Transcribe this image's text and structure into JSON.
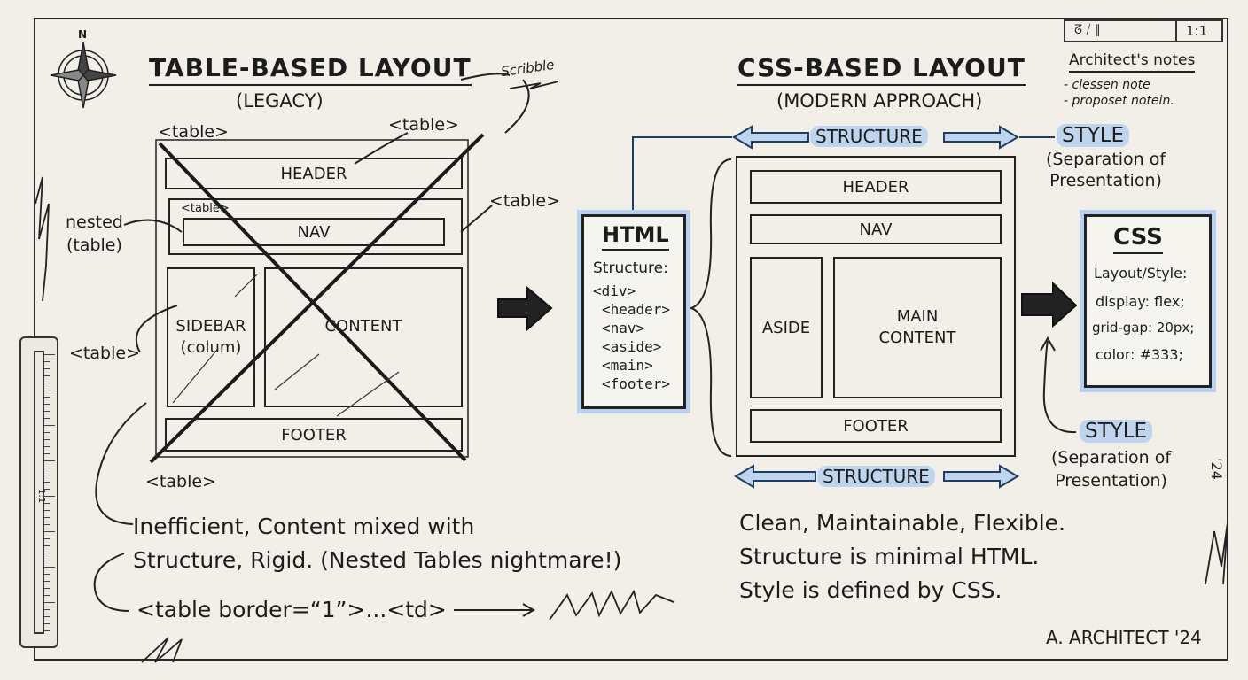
{
  "left": {
    "title": "TABLE-BASED LAYOUT",
    "subtitle": "(LEGACY)",
    "scribble": "Scribble",
    "tags": {
      "top_left": "<table>",
      "top_right": "<table>",
      "right": "<table>",
      "inner": "<table>",
      "left": "<table>",
      "bottom": "<table>"
    },
    "nested_label_line1": "nested",
    "nested_label_line2": "(table)",
    "boxes": {
      "header": "HEADER",
      "nav": "NAV",
      "sidebar_line1": "SIDEBAR",
      "sidebar_line2": "(colum)",
      "content": "CONTENT",
      "footer": "FOOTER"
    },
    "caption_line1": "Inefficient, Content mixed with",
    "caption_line2": "Structure, Rigid. (Nested Tables nightmare!)",
    "code_line": "<table border=“1”>...<td>"
  },
  "html_box": {
    "title": "HTML",
    "label": "Structure:",
    "lines": [
      "<div>",
      "<header>",
      "<nav>",
      "<aside>",
      "<main>",
      "<footer>"
    ]
  },
  "right": {
    "title": "CSS-BASED LAYOUT",
    "subtitle": "(MODERN APPROACH)",
    "structure_top": "STRUCTURE",
    "structure_bottom": "STRUCTURE",
    "style_top": "STYLE",
    "style_top_sub1": "(Separation of",
    "style_top_sub2": "Presentation)",
    "style_bottom": "STYLE",
    "style_bottom_sub1": "(Separation of",
    "style_bottom_sub2": "Presentation)",
    "boxes": {
      "header": "HEADER",
      "nav": "NAV",
      "aside": "ASIDE",
      "main_line1": "MAIN",
      "main_line2": "CONTENT",
      "footer": "FOOTER"
    },
    "caption_lines": [
      "Clean, Maintainable, Flexible.",
      "Structure is minimal HTML.",
      "Style is defined by CSS."
    ]
  },
  "css_box": {
    "title": "CSS",
    "label": "Layout/Style:",
    "lines": [
      "display: flex;",
      "grid-gap: 20px;",
      "color: #333;"
    ]
  },
  "notes": {
    "title": "Architect's notes",
    "line1": "- clessen note",
    "line2": "- proposet notein."
  },
  "title_block": {
    "scale": "1:1"
  },
  "ruler_label": "1:1",
  "compass_label": "N",
  "year_mark": "'24",
  "signature": "A. ARCHITECT '24",
  "colors": {
    "ink": "#222222",
    "highlight": "#bfd5ee",
    "paper": "#f1efe8"
  }
}
